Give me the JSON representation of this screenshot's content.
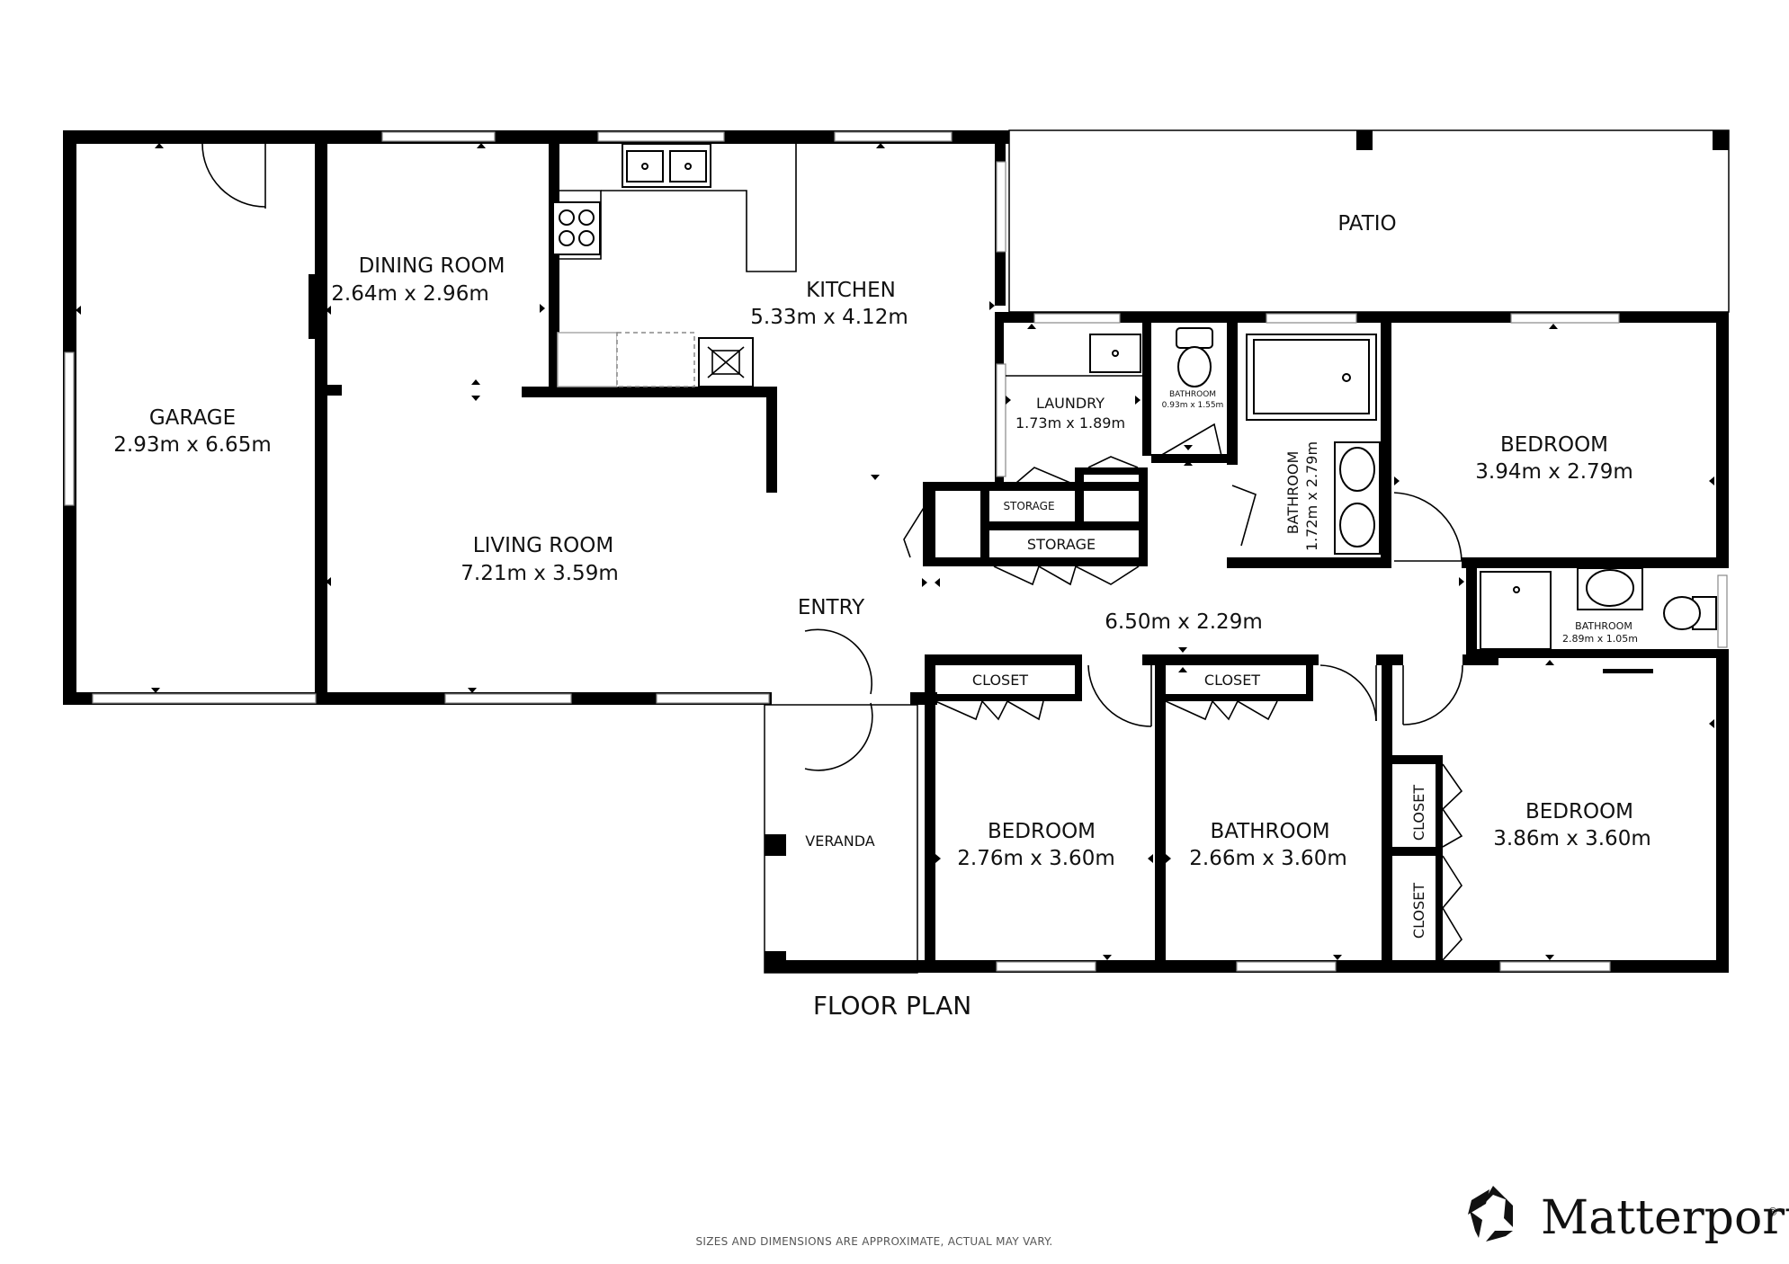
{
  "plan": {
    "title": "FLOOR PLAN",
    "disclaimer": "SIZES AND DIMENSIONS ARE APPROXIMATE, ACTUAL MAY VARY.",
    "brand": "Matterport",
    "brand_mark": "®",
    "wall_color": "#000000"
  },
  "rooms": {
    "garage": {
      "name": "GARAGE",
      "dims": "2.93m x 6.65m"
    },
    "dining": {
      "name": "DINING ROOM",
      "dims": "2.64m x 2.96m"
    },
    "kitchen": {
      "name": "KITCHEN",
      "dims": "5.33m x 4.12m"
    },
    "patio": {
      "name": "PATIO"
    },
    "laundry": {
      "name": "LAUNDRY",
      "dims": "1.73m x 1.89m"
    },
    "wc": {
      "name": "BATHROOM",
      "dims": "0.93m x 1.55m"
    },
    "bath_vertical": {
      "name": "BATHROOM",
      "dims": "1.72m x 2.79m"
    },
    "bedroom_ne": {
      "name": "BEDROOM",
      "dims": "3.94m x 2.79m"
    },
    "storage_small": {
      "name": "STORAGE"
    },
    "storage_wide": {
      "name": "STORAGE"
    },
    "living": {
      "name": "LIVING ROOM",
      "dims": "7.21m x 3.59m"
    },
    "entry": {
      "name": "ENTRY"
    },
    "hallway": {
      "dims": "6.50m x 2.29m"
    },
    "ensuite": {
      "name": "BATHROOM",
      "dims": "2.89m x 1.05m"
    },
    "closet_a": {
      "name": "CLOSET"
    },
    "closet_b": {
      "name": "CLOSET"
    },
    "closet_c": {
      "name": "CLOSET"
    },
    "closet_d": {
      "name": "CLOSET"
    },
    "veranda": {
      "name": "VERANDA"
    },
    "bedroom_s1": {
      "name": "BEDROOM",
      "dims": "2.76m x 3.60m"
    },
    "bathroom_s": {
      "name": "BATHROOM",
      "dims": "2.66m x 3.60m"
    },
    "bedroom_s2": {
      "name": "BEDROOM",
      "dims": "3.86m x 3.60m"
    }
  }
}
